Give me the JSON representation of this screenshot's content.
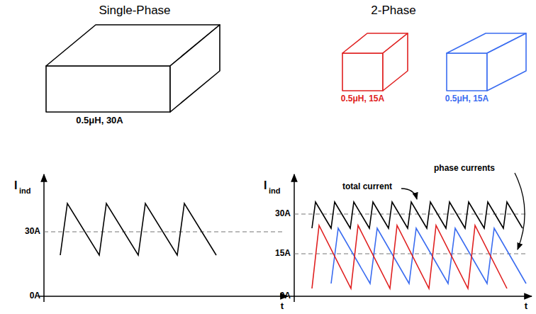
{
  "diagram": {
    "nodes": [
      {
        "text": [
          "0.5μH, 30A"
        ]
      },
      {
        "text": [
          "0.5μH, 15A"
        ]
      },
      {
        "text": [
          "0.5μH, 15A"
        ]
      }
    ],
    "labels": [
      "Single-Phase",
      "2-Phase",
      "I",
      "ind",
      "30A",
      "0A",
      "t",
      "I",
      "ind",
      "30A",
      "15A",
      "0A",
      "t",
      "total current",
      "phase currents"
    ]
  }
}
